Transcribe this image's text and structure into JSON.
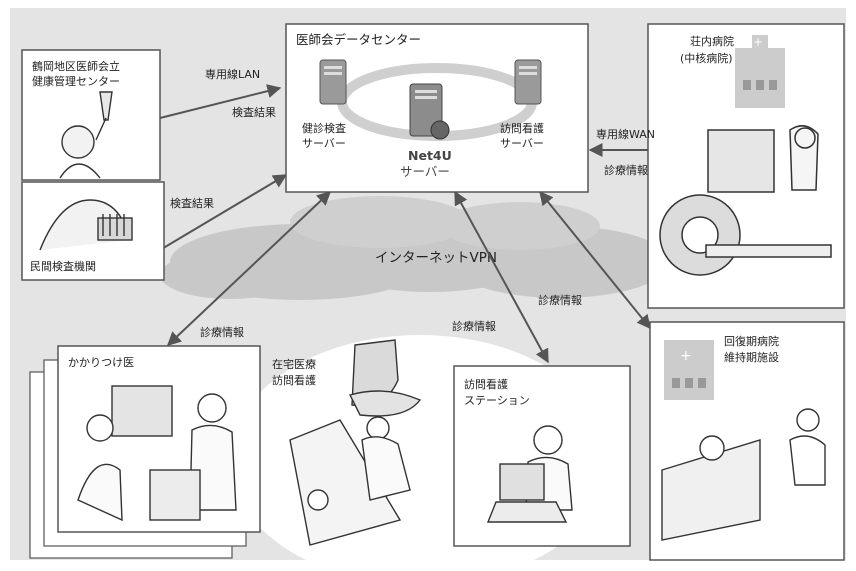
{
  "center": {
    "title": "医師会データセンター",
    "server_left_l1": "健診検査",
    "server_left_l2": "サーバー",
    "server_right_l1": "訪問看護",
    "server_right_l2": "サーバー",
    "server_main_l1": "Net4U",
    "server_main_l2": "サーバー"
  },
  "tsuruoka": {
    "l1": "鶴岡地区医師会立",
    "l2": "健康管理センター"
  },
  "lab": {
    "label": "民間検査機関"
  },
  "shonai": {
    "l1": "荘内病院",
    "l2": "(中核病院)"
  },
  "recovery": {
    "l1": "回復期病院",
    "l2": "維持期施設"
  },
  "clinic": {
    "label": "かかりつけ医"
  },
  "homecare": {
    "l1": "在宅医療",
    "l2": "訪問看護"
  },
  "station": {
    "l1": "訪問看護",
    "l2": "ステーション"
  },
  "vpn": {
    "label": "インターネットVPN"
  },
  "links": {
    "lan": "専用線LAN",
    "results_1": "検査結果",
    "results_2": "検査結果",
    "wan": "専用線WAN",
    "info_1": "診療情報",
    "info_2": "診療情報",
    "info_3": "診療情報",
    "info_4": "診療情報"
  }
}
